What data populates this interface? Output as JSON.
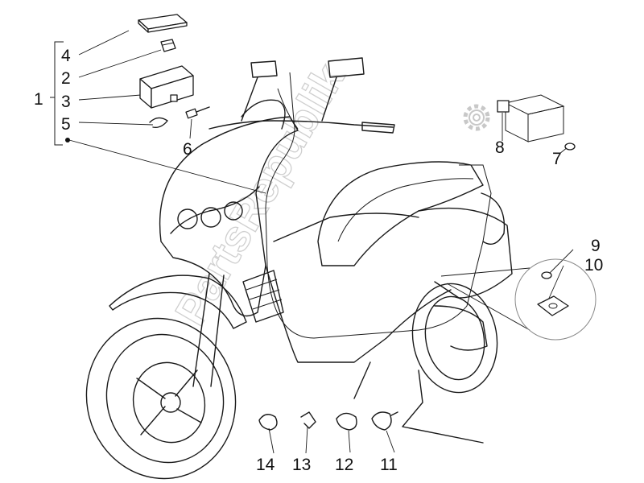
{
  "callouts": {
    "c1": "1",
    "c2": "2",
    "c3": "3",
    "c4": "4",
    "c5": "5",
    "c6": "6",
    "c7": "7",
    "c8": "8",
    "c9": "9",
    "c10": "10",
    "c11": "11",
    "c12": "12",
    "c13": "13",
    "c14": "14"
  },
  "watermark": {
    "text": "PartsRepublik"
  }
}
